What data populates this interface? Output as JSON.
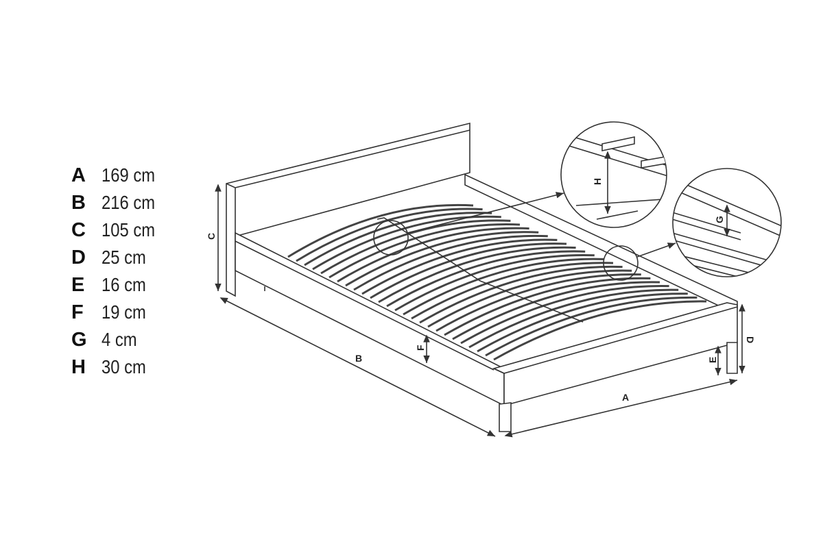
{
  "legend": [
    {
      "key": "A",
      "value": "169 cm"
    },
    {
      "key": "B",
      "value": "216 cm"
    },
    {
      "key": "C",
      "value": "105 cm"
    },
    {
      "key": "D",
      "value": "25 cm"
    },
    {
      "key": "E",
      "value": "16 cm"
    },
    {
      "key": "F",
      "value": "19 cm"
    },
    {
      "key": "G",
      "value": "4 cm"
    },
    {
      "key": "H",
      "value": "30 cm"
    }
  ],
  "diagram_labels": {
    "A": "A",
    "B": "B",
    "C": "C",
    "D": "D",
    "E": "E",
    "F": "F",
    "G": "G",
    "H": "H"
  }
}
